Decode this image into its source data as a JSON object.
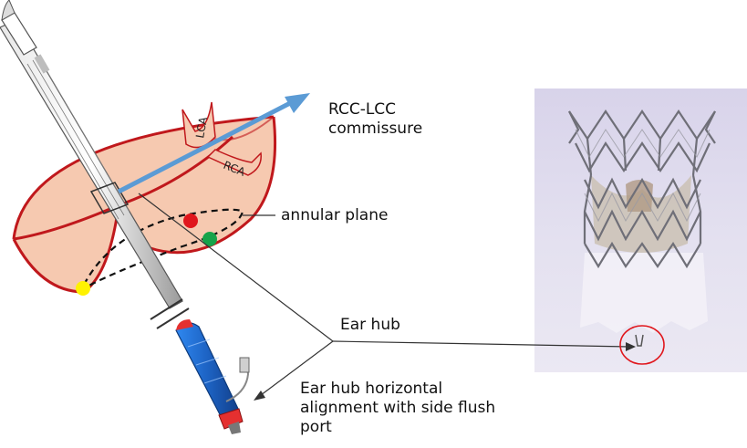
{
  "labels": {
    "commissure": "RCC-LCC\ncommissure",
    "annular_plane": "annular plane",
    "ear_hub": "Ear hub",
    "ear_hub_alignment": "Ear hub horizontal\nalignment with side flush\nport",
    "lca": "LCA",
    "rca": "RCA"
  },
  "colors": {
    "cusp_outline": "#c0181c",
    "cusp_fill": "#f6c9b0",
    "arrow": "#5b9bd5",
    "marker_red": "#e0161c",
    "marker_green": "#16a34a",
    "marker_yellow": "#fff200",
    "handle_blue": "#1f6fd1",
    "handle_red": "#e53030",
    "photo_bg": "#dcd8ec",
    "stent_metal": "#6f6f78"
  }
}
